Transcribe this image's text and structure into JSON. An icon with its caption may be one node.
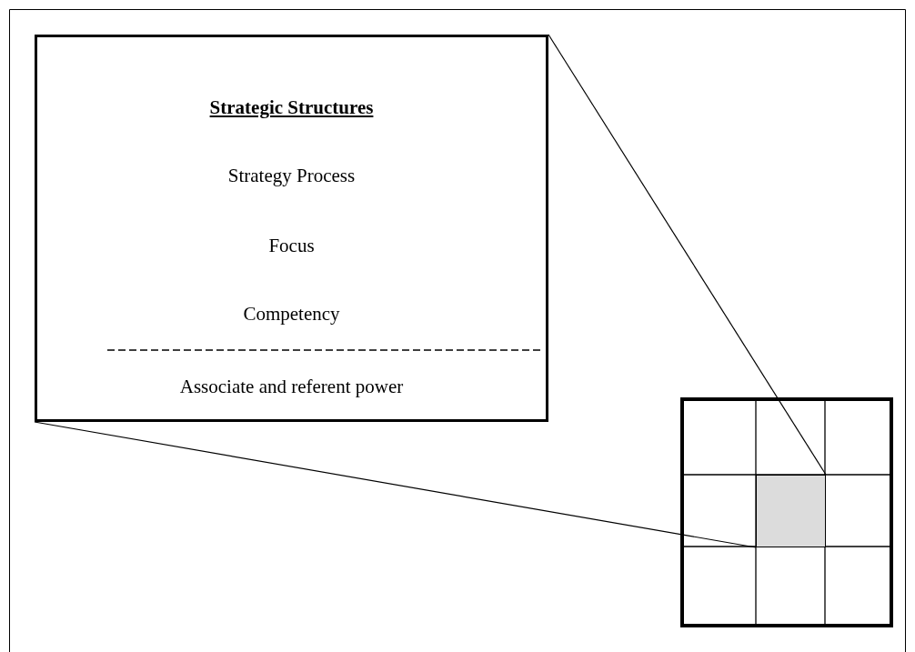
{
  "diagram": {
    "nodes": [
      {
        "text": [
          "Strategic Structures",
          "Strategy Process",
          "Focus",
          "Competency",
          "Associate and referent power"
        ]
      },
      {
        "text": [],
        "shape": "box"
      },
      {
        "text": [],
        "shape": "box",
        "in": 1
      }
    ],
    "edges": [
      {
        "from": 0,
        "to": 2,
        "arrow": "none"
      },
      {
        "from": 0,
        "to": 2,
        "arrow": "none"
      }
    ]
  }
}
